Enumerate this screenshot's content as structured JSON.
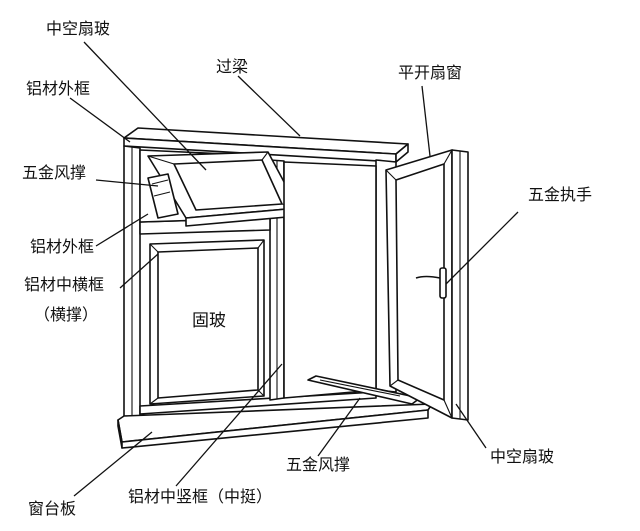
{
  "labels": {
    "hollow_sash_glass_top": "中空扇玻",
    "aluminum_outer_frame_top": "铝材外框",
    "hardware_stay_top": "五金风撑",
    "lintel": "过梁",
    "casement_sash_window": "平开扇窗",
    "hardware_handle": "五金执手",
    "aluminum_outer_frame_mid": "铝材外框",
    "aluminum_transom_line1": "铝材中横框",
    "aluminum_transom_line2": "（横撑）",
    "fixed_glass": "固玻",
    "hollow_sash_glass_bottom": "中空扇玻",
    "hardware_stay_bottom": "五金风撑",
    "window_sill": "窗台板",
    "aluminum_mullion": "铝材中竖框（中挺）"
  },
  "colors": {
    "line": "#111111",
    "background": "#ffffff"
  }
}
